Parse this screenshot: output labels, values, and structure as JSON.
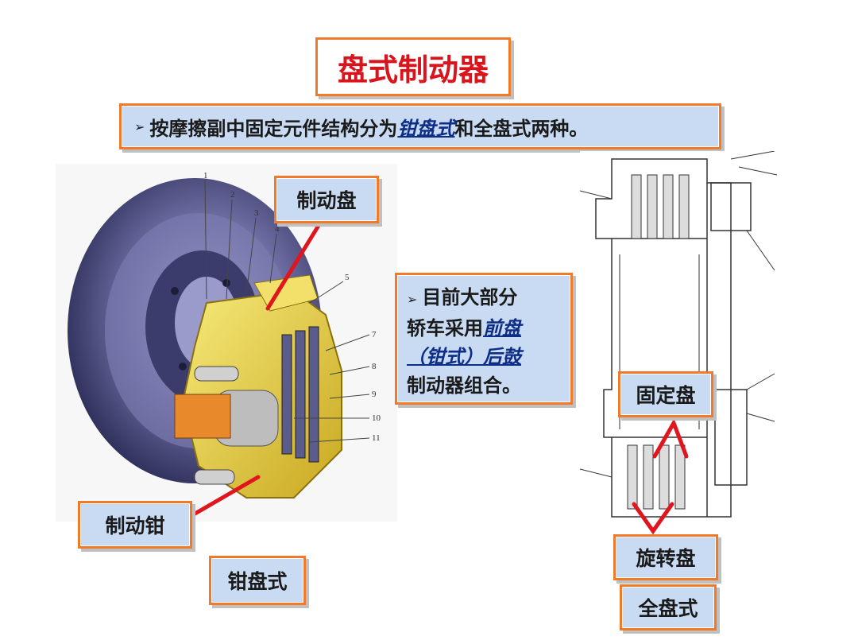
{
  "title": "盘式制动器",
  "subtitle": {
    "prefix": "按摩擦副中固定元件结构分为",
    "emphasis": "钳盘式",
    "suffix": "和全盘式两种。"
  },
  "side_note": {
    "line1": "目前大部分",
    "line2_plain": "轿车采用",
    "line2_em": "前盘",
    "line3_em": "（钳式）后鼓",
    "line4": "制动器组合。"
  },
  "labels": {
    "brake_disc": "制动盘",
    "brake_caliper": "制动钳",
    "caliper_type": "钳盘式",
    "fixed_disc": "固定盘",
    "rotating_disc": "旋转盘",
    "full_disc_type": "全盘式"
  },
  "part_numbers": [
    "1",
    "2",
    "3",
    "4",
    "5",
    "7",
    "8",
    "9",
    "10",
    "11"
  ],
  "drawing_number": "2",
  "colors": {
    "accent_red": "#d8151d",
    "border_orange": "#f07a2a",
    "box_fill": "#c9dbf3",
    "emphasis_blue": "#0e2d86",
    "caliper_yellow": "#e8d23c",
    "disc_purple": "#4a4a7e"
  }
}
